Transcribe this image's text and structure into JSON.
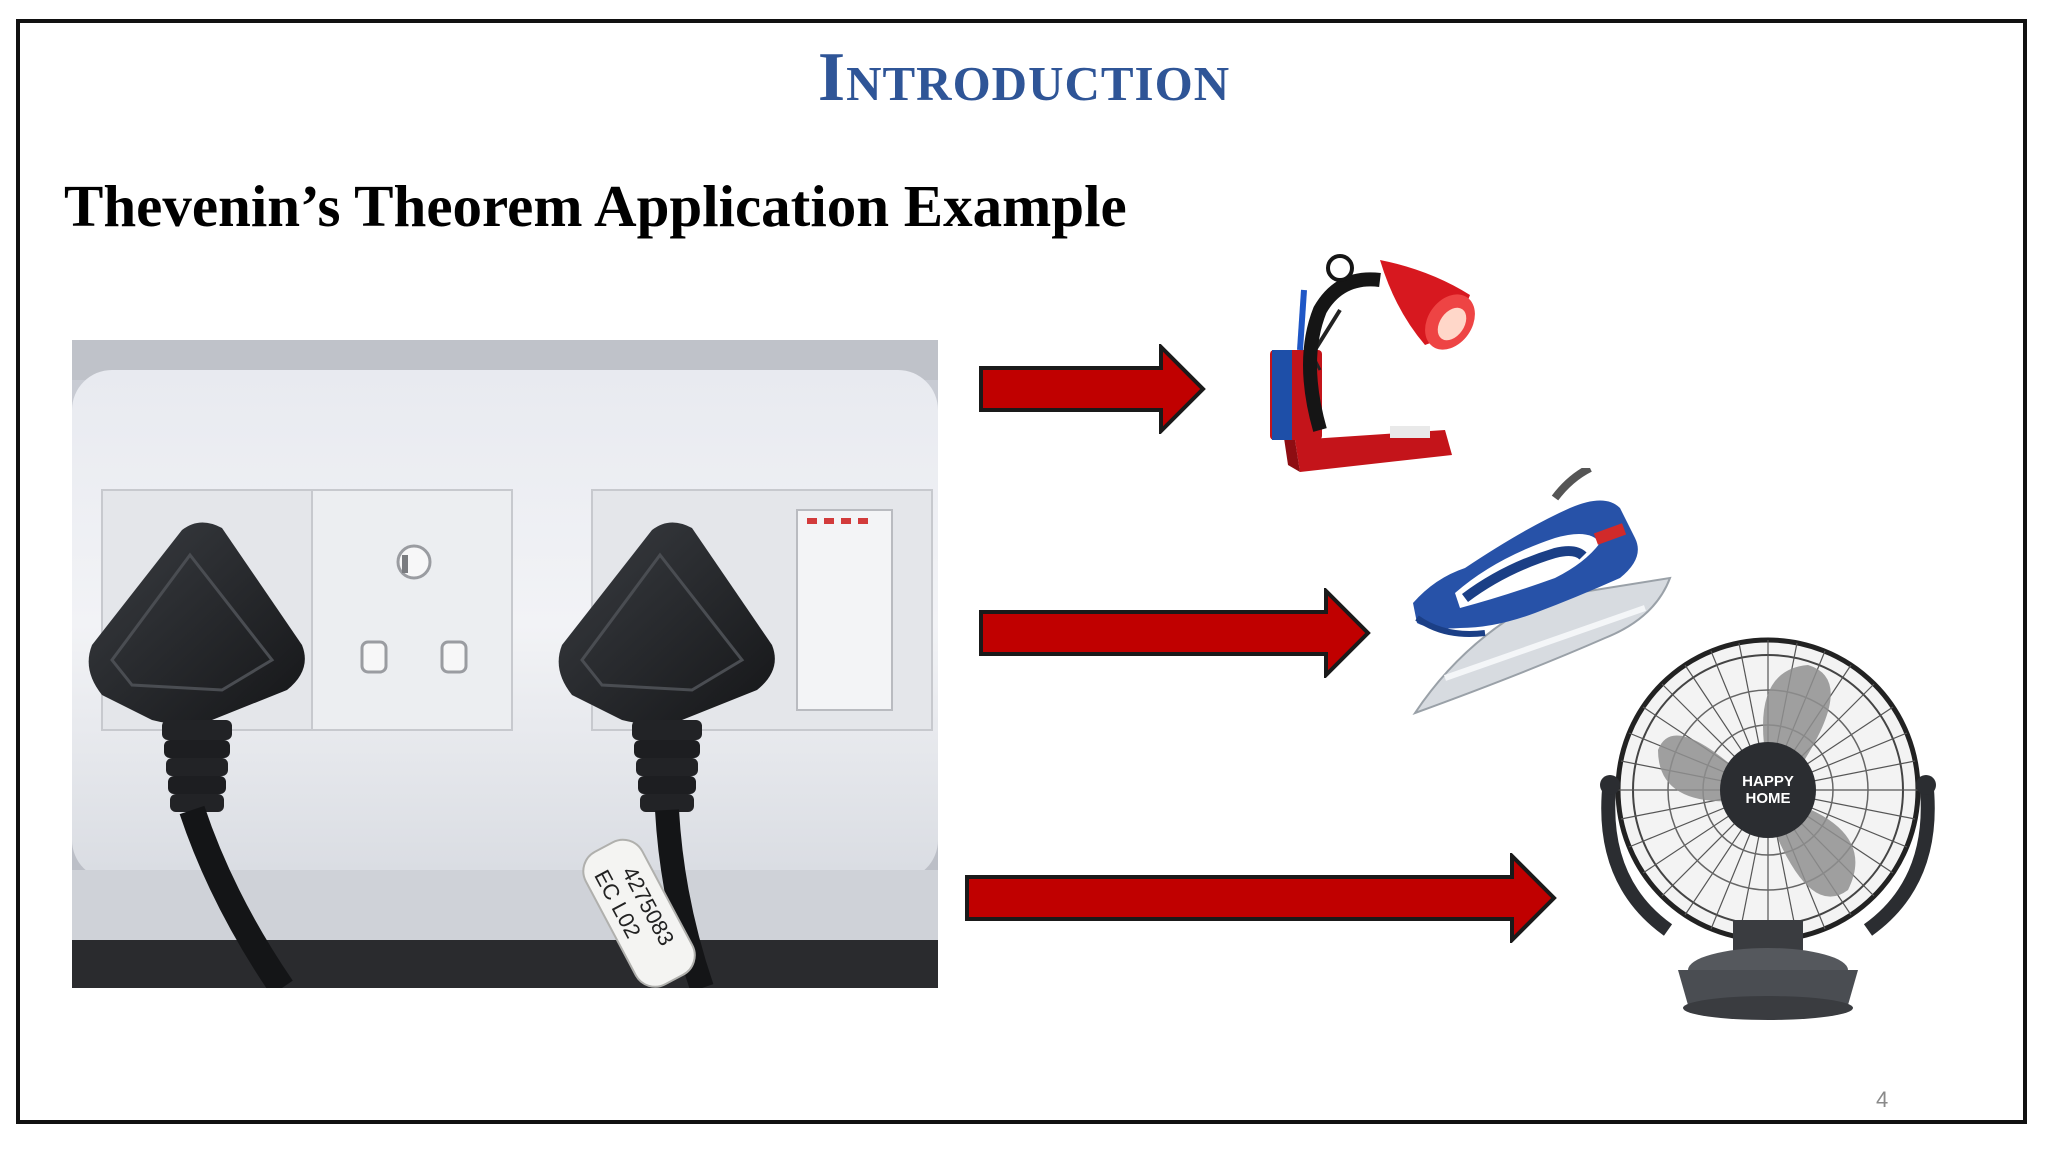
{
  "slide": {
    "title": "Introduction",
    "subtitle": "Thevenin’s Theorem Application Example",
    "page_number": "4"
  },
  "photo": {
    "tag_text_1": "4275083",
    "tag_text_2": "EC L02"
  },
  "fan": {
    "brand_line_1": "HAPPY",
    "brand_line_2": "HOME"
  },
  "colors": {
    "title": "#2f5597",
    "arrow_fill": "#c00000",
    "arrow_stroke": "#1a1a1a",
    "frame": "#111111"
  },
  "icons": [
    "wall-socket-photo",
    "desk-lamp-icon",
    "clothes-iron-icon",
    "table-fan-icon",
    "arrow-right-icon"
  ]
}
